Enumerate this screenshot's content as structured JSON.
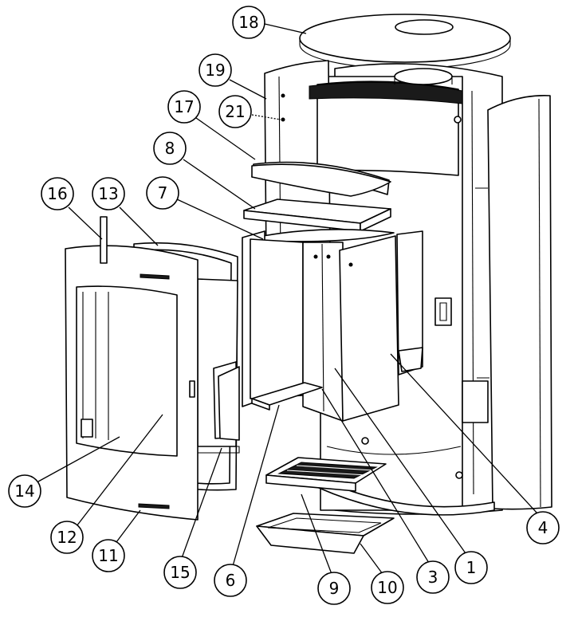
{
  "callouts": [
    {
      "id": "c18",
      "label": "18"
    },
    {
      "id": "c19",
      "label": "19"
    },
    {
      "id": "c21",
      "label": "21"
    },
    {
      "id": "c17",
      "label": "17"
    },
    {
      "id": "c8",
      "label": "8"
    },
    {
      "id": "c7",
      "label": "7"
    },
    {
      "id": "c16",
      "label": "16"
    },
    {
      "id": "c13",
      "label": "13"
    },
    {
      "id": "c14",
      "label": "14"
    },
    {
      "id": "c12",
      "label": "12"
    },
    {
      "id": "c11",
      "label": "11"
    },
    {
      "id": "c15",
      "label": "15"
    },
    {
      "id": "c6",
      "label": "6"
    },
    {
      "id": "c9",
      "label": "9"
    },
    {
      "id": "c10",
      "label": "10"
    },
    {
      "id": "c3",
      "label": "3"
    },
    {
      "id": "c1",
      "label": "1"
    },
    {
      "id": "c4",
      "label": "4"
    }
  ]
}
